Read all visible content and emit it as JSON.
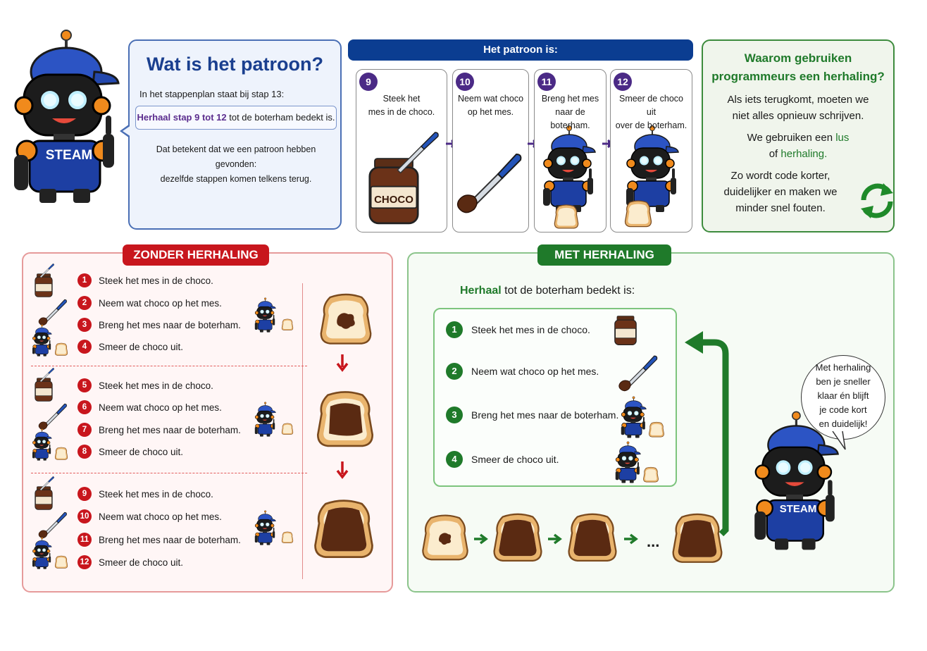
{
  "intro": {
    "title": "Wat is het patroon?",
    "line1": "In het stappenplan staat bij stap 13:",
    "box_hl": "Herhaal stap 9 tot 12",
    "box_rest": " tot de boterham bedekt is.",
    "desc1": "Dat betekent dat we een patroon hebben gevonden:",
    "desc2": "dezelfde stappen komen telkens terug."
  },
  "robot_badge": "STEAM",
  "pattern": {
    "header": "Het patroon is:",
    "cards": [
      {
        "num": "9",
        "l1": "Steek het",
        "l2": "mes in de choco."
      },
      {
        "num": "10",
        "l1": "Neem wat choco",
        "l2": "op het mes."
      },
      {
        "num": "11",
        "l1": "Breng het mes",
        "l2": "naar de boterham."
      },
      {
        "num": "12",
        "l1": "Smeer de choco uit",
        "l2": "over de boterham."
      }
    ],
    "jar_label": "CHOCO"
  },
  "why": {
    "title1": "Waarom gebruiken",
    "title2": "programmeurs een herhaling?",
    "p1a": "Als iets terugkomt, moeten we",
    "p1b": "niet alles opnieuw schrijven.",
    "p2a": "We gebruiken een ",
    "p2a_g": "lus",
    "p2b": "of ",
    "p2b_g": "herhaling",
    "p2b_end": ".",
    "p3a": "Zo wordt code korter,",
    "p3b": "duidelijker en maken we",
    "p3c": "minder snel fouten."
  },
  "zonder": {
    "title": "ZONDER HERHALING",
    "steps": [
      {
        "num": "1",
        "text": "Steek het mes in de choco."
      },
      {
        "num": "2",
        "text": "Neem wat choco op het mes."
      },
      {
        "num": "3",
        "text": "Breng het mes naar de boterham."
      },
      {
        "num": "4",
        "text": "Smeer de choco uit."
      },
      {
        "num": "5",
        "text": "Steek het mes in de choco."
      },
      {
        "num": "6",
        "text": "Neem wat choco op het mes."
      },
      {
        "num": "7",
        "text": "Breng het mes naar de boterham."
      },
      {
        "num": "8",
        "text": "Smeer de choco uit."
      },
      {
        "num": "9",
        "text": "Steek het mes in de choco."
      },
      {
        "num": "10",
        "text": "Neem wat choco op het mes."
      },
      {
        "num": "11",
        "text": "Breng het mes naar de boterham."
      },
      {
        "num": "12",
        "text": "Smeer de choco uit."
      }
    ]
  },
  "met": {
    "title": "MET HERHALING",
    "sub_g": "Herhaal",
    "sub_rest": " tot de boterham bedekt is:",
    "steps": [
      {
        "num": "1",
        "text": "Steek het mes in de choco."
      },
      {
        "num": "2",
        "text": "Neem wat choco op het mes."
      },
      {
        "num": "3",
        "text": "Breng het mes naar de boterham."
      },
      {
        "num": "4",
        "text": "Smeer de choco uit."
      }
    ],
    "ellipsis": "...",
    "speech": [
      "Met herhaling",
      "ben je sneller",
      "klaar én blijft",
      "je code kort",
      "en duidelijk!"
    ]
  }
}
